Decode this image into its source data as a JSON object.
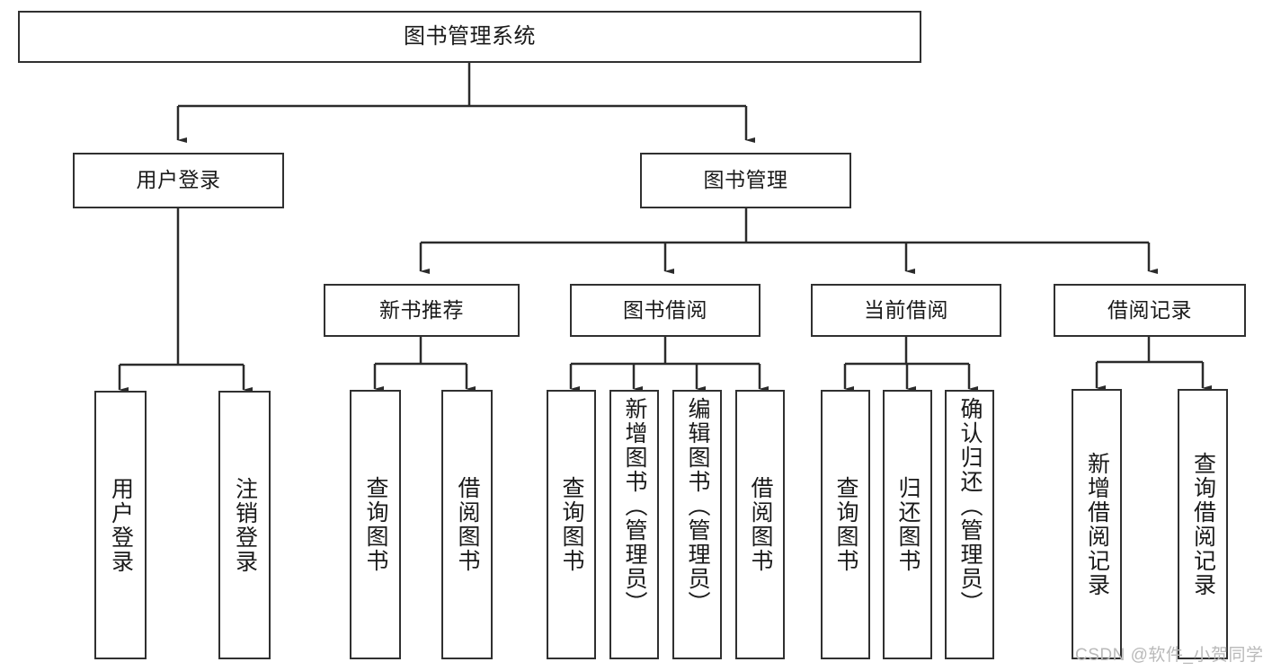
{
  "diagram": {
    "title": "图书管理系统",
    "watermark": "CSDN @软件_小贺同学",
    "line_color": "#2b2b2b",
    "box_border_color": "#303030",
    "background_color": "#ffffff",
    "levels": {
      "root": {
        "label": "图书管理系统"
      },
      "level1": [
        {
          "id": "user-login",
          "label": "用户登录"
        },
        {
          "id": "book-management",
          "label": "图书管理"
        }
      ],
      "level2": [
        {
          "id": "new-book-recommend",
          "label": "新书推荐"
        },
        {
          "id": "book-borrow",
          "label": "图书借阅"
        },
        {
          "id": "current-borrow",
          "label": "当前借阅"
        },
        {
          "id": "borrow-record",
          "label": "借阅记录"
        }
      ],
      "leaves": {
        "user-login": [
          {
            "id": "leaf-user-login",
            "label": "用户登录"
          },
          {
            "id": "leaf-logout",
            "label": "注销登录"
          }
        ],
        "new-book-recommend": [
          {
            "id": "leaf-query-book-1",
            "label": "查询图书"
          },
          {
            "id": "leaf-borrow-book-1",
            "label": "借阅图书"
          }
        ],
        "book-borrow": [
          {
            "id": "leaf-query-book-2",
            "label": "查询图书"
          },
          {
            "id": "leaf-add-book",
            "label": "新增图书（管理员）"
          },
          {
            "id": "leaf-edit-book",
            "label": "编辑图书（管理员）"
          },
          {
            "id": "leaf-borrow-book-2",
            "label": "借阅图书"
          }
        ],
        "current-borrow": [
          {
            "id": "leaf-query-book-3",
            "label": "查询图书"
          },
          {
            "id": "leaf-return-book",
            "label": "归还图书"
          },
          {
            "id": "leaf-confirm-return",
            "label": "确认归还（管理员）"
          }
        ],
        "borrow-record": [
          {
            "id": "leaf-add-record",
            "label": "新增借阅记录"
          },
          {
            "id": "leaf-query-record",
            "label": "查询借阅记录"
          }
        ]
      }
    }
  }
}
